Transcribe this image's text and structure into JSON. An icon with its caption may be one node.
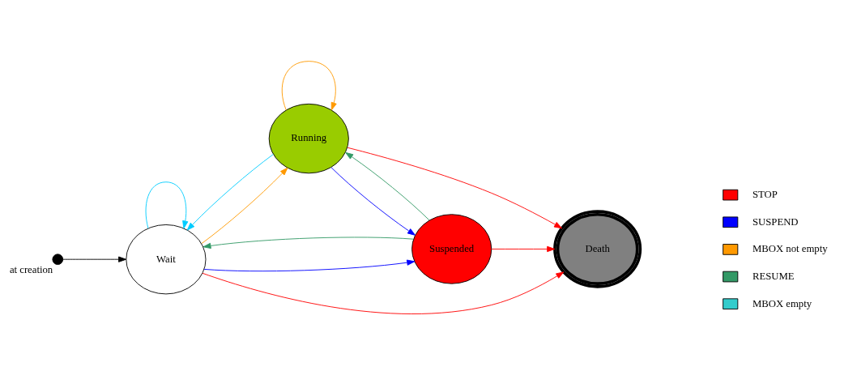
{
  "diagram": {
    "nodes": [
      {
        "text": [],
        "shape": "circle",
        "beside": [
          "at creation"
        ]
      },
      {
        "text": [
          "Running"
        ]
      },
      {
        "text": [
          "Wait"
        ]
      },
      {
        "text": [
          "Death"
        ]
      },
      {
        "text": [
          "Suspended"
        ]
      }
    ],
    "edges": [
      {
        "from": 0,
        "to": 2,
        "arrow": "to",
        "color": "#000000"
      },
      {
        "from": 1,
        "to": 1,
        "arrow": "to",
        "color": "#ff9900"
      },
      {
        "from": 1,
        "to": 2,
        "arrow": "to",
        "color": "#00ccff"
      },
      {
        "from": 2,
        "to": 1,
        "arrow": "to",
        "color": "#ff9900"
      },
      {
        "from": 1,
        "to": 4,
        "arrow": "to",
        "color": "#0000ff"
      },
      {
        "from": 4,
        "to": 1,
        "arrow": "to",
        "color": "#339966"
      },
      {
        "from": 1,
        "to": 3,
        "arrow": "to",
        "color": "#ff0000"
      },
      {
        "from": 2,
        "to": 2,
        "arrow": "to",
        "color": "#00ccff"
      },
      {
        "from": 2,
        "to": 3,
        "arrow": "to",
        "color": "#ff0000"
      },
      {
        "from": 2,
        "to": 4,
        "arrow": "to",
        "color": "#0000ff"
      },
      {
        "from": 4,
        "to": 2,
        "arrow": "to",
        "color": "#339966"
      },
      {
        "from": 4,
        "to": 3,
        "arrow": "to",
        "color": "#ff0000"
      }
    ],
    "legend": [
      {
        "text": "STOP",
        "color": "#ff0000"
      },
      {
        "text": "SUSPEND",
        "color": "#0000ff"
      },
      {
        "text": "MBOX not empty",
        "color": "#ff9900"
      },
      {
        "text": "RESUME",
        "color": "#339966"
      },
      {
        "text": "MBOX empty",
        "color": "#33cccc"
      }
    ]
  }
}
